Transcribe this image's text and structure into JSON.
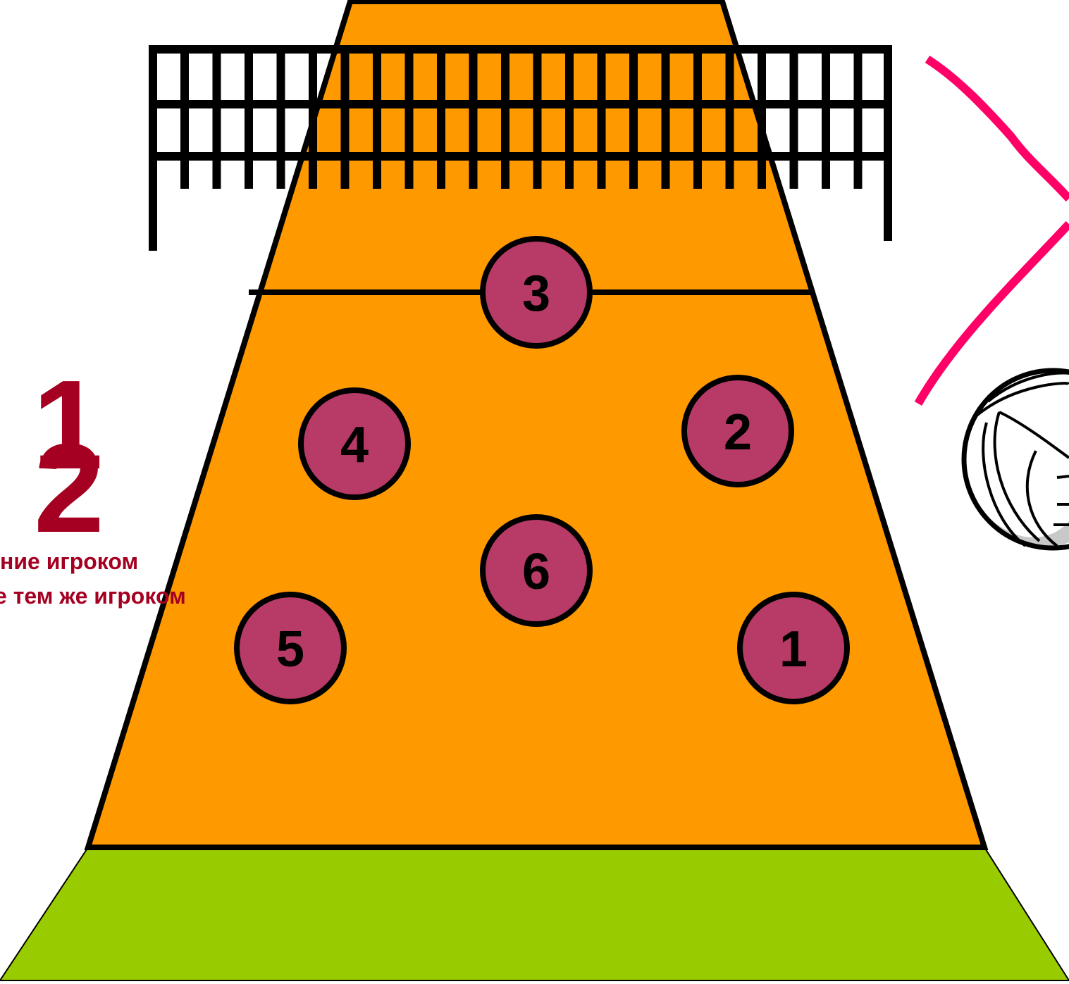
{
  "colors": {
    "court": "#FF9900",
    "floor": "#99CC00",
    "player": "#B83A66",
    "text_red": "#A50021",
    "trajectory": "#FF0066",
    "ball_shadow": "#C8C8C8"
  },
  "counter": {
    "first": "1",
    "second": "2"
  },
  "captions": {
    "line1": "ние игроком",
    "line2": "е тем же игроком"
  },
  "positions": [
    {
      "label": "3",
      "icon": "player-circle"
    },
    {
      "label": "4",
      "icon": "player-circle"
    },
    {
      "label": "2",
      "icon": "player-circle"
    },
    {
      "label": "6",
      "icon": "player-circle"
    },
    {
      "label": "5",
      "icon": "player-circle"
    },
    {
      "label": "1",
      "icon": "player-circle"
    }
  ],
  "icons": {
    "ball": "volleyball-icon",
    "net": "net-icon",
    "path": "ball-trajectory-line"
  }
}
